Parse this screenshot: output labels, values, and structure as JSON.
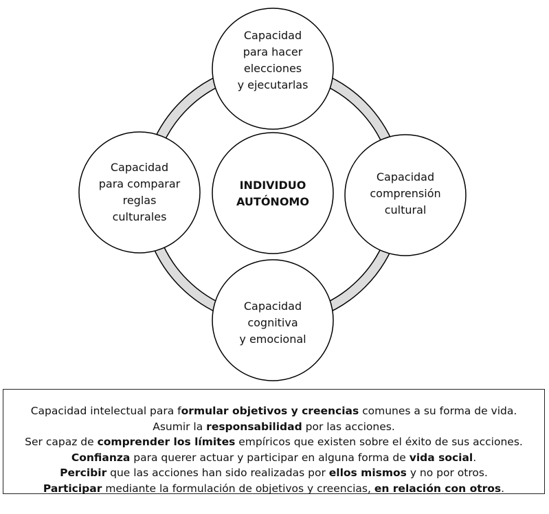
{
  "diagram": {
    "center": [
      "INDIVIDUO",
      "AUTÓNOMO"
    ],
    "top": [
      "Capacidad",
      "para hacer",
      "elecciones",
      "y ejecutarlas"
    ],
    "left": [
      "Capacidad",
      "para comparar",
      "reglas",
      "culturales"
    ],
    "right": [
      "Capacidad",
      "comprensión",
      "cultural"
    ],
    "bottom": [
      "Capacidad",
      "cognitiva",
      "y emocional"
    ],
    "ring_color": "#dcdcdc"
  },
  "box": {
    "lines": [
      [
        {
          "t": "Capacidad intelectual para f"
        },
        {
          "t": "ormular objetivos y creencias",
          "b": true
        },
        {
          "t": " comunes a su forma de vida."
        }
      ],
      [
        {
          "t": "Asumir la "
        },
        {
          "t": "responsabilidad",
          "b": true
        },
        {
          "t": " por las acciones."
        }
      ],
      [
        {
          "t": "Ser capaz de "
        },
        {
          "t": "comprender los límites",
          "b": true
        },
        {
          "t": " empíricos que existen sobre el éxito de sus acciones."
        }
      ],
      [
        {
          "t": "Confianza",
          "b": true
        },
        {
          "t": " para querer actuar y participar en alguna forma de "
        },
        {
          "t": "vida social",
          "b": true
        },
        {
          "t": "."
        }
      ],
      [
        {
          "t": "Percibir",
          "b": true
        },
        {
          "t": " que las acciones han sido realizadas por "
        },
        {
          "t": "ellos mismos",
          "b": true
        },
        {
          "t": " y no por otros."
        }
      ],
      [
        {
          "t": "Participar",
          "b": true
        },
        {
          "t": " mediante la formulación de objetivos y creencias, "
        },
        {
          "t": "en relación con otros",
          "b": true
        },
        {
          "t": "."
        }
      ]
    ]
  }
}
